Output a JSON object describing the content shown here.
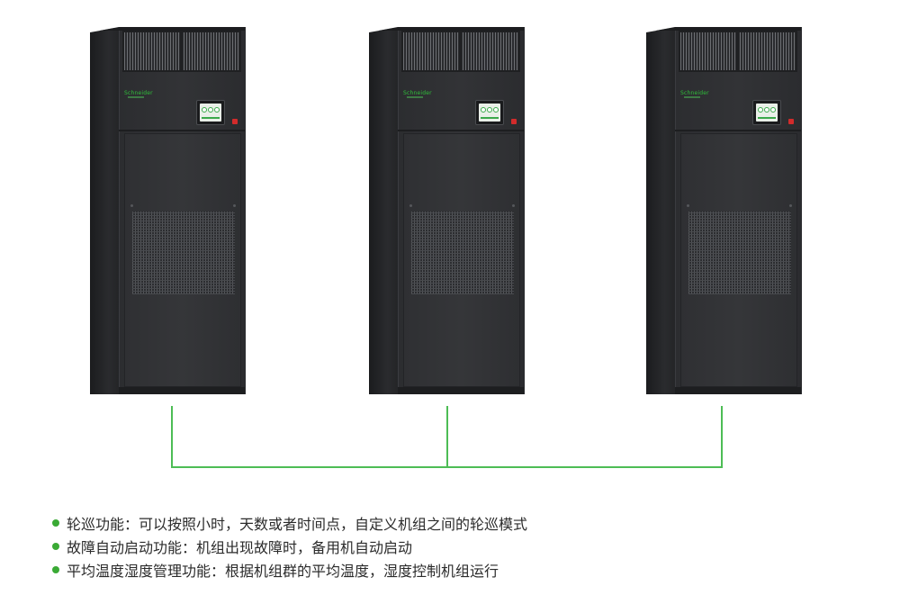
{
  "units": [
    {
      "brand": "Schneider"
    },
    {
      "brand": "Schneider"
    },
    {
      "brand": "Schneider"
    }
  ],
  "colors": {
    "connector": "#4dbd55",
    "bullet": "#3aaa35",
    "cabinet": "#2f3033",
    "alarm": "#d22b2b"
  },
  "features": [
    {
      "text": "轮巡功能：可以按照小时，天数或者时间点，自定义机组之间的轮巡模式"
    },
    {
      "text": "故障自动启动功能：机组出现故障时，备用机自动启动"
    },
    {
      "text": "平均温度湿度管理功能：根据机组群的平均温度，湿度控制机组运行"
    }
  ]
}
